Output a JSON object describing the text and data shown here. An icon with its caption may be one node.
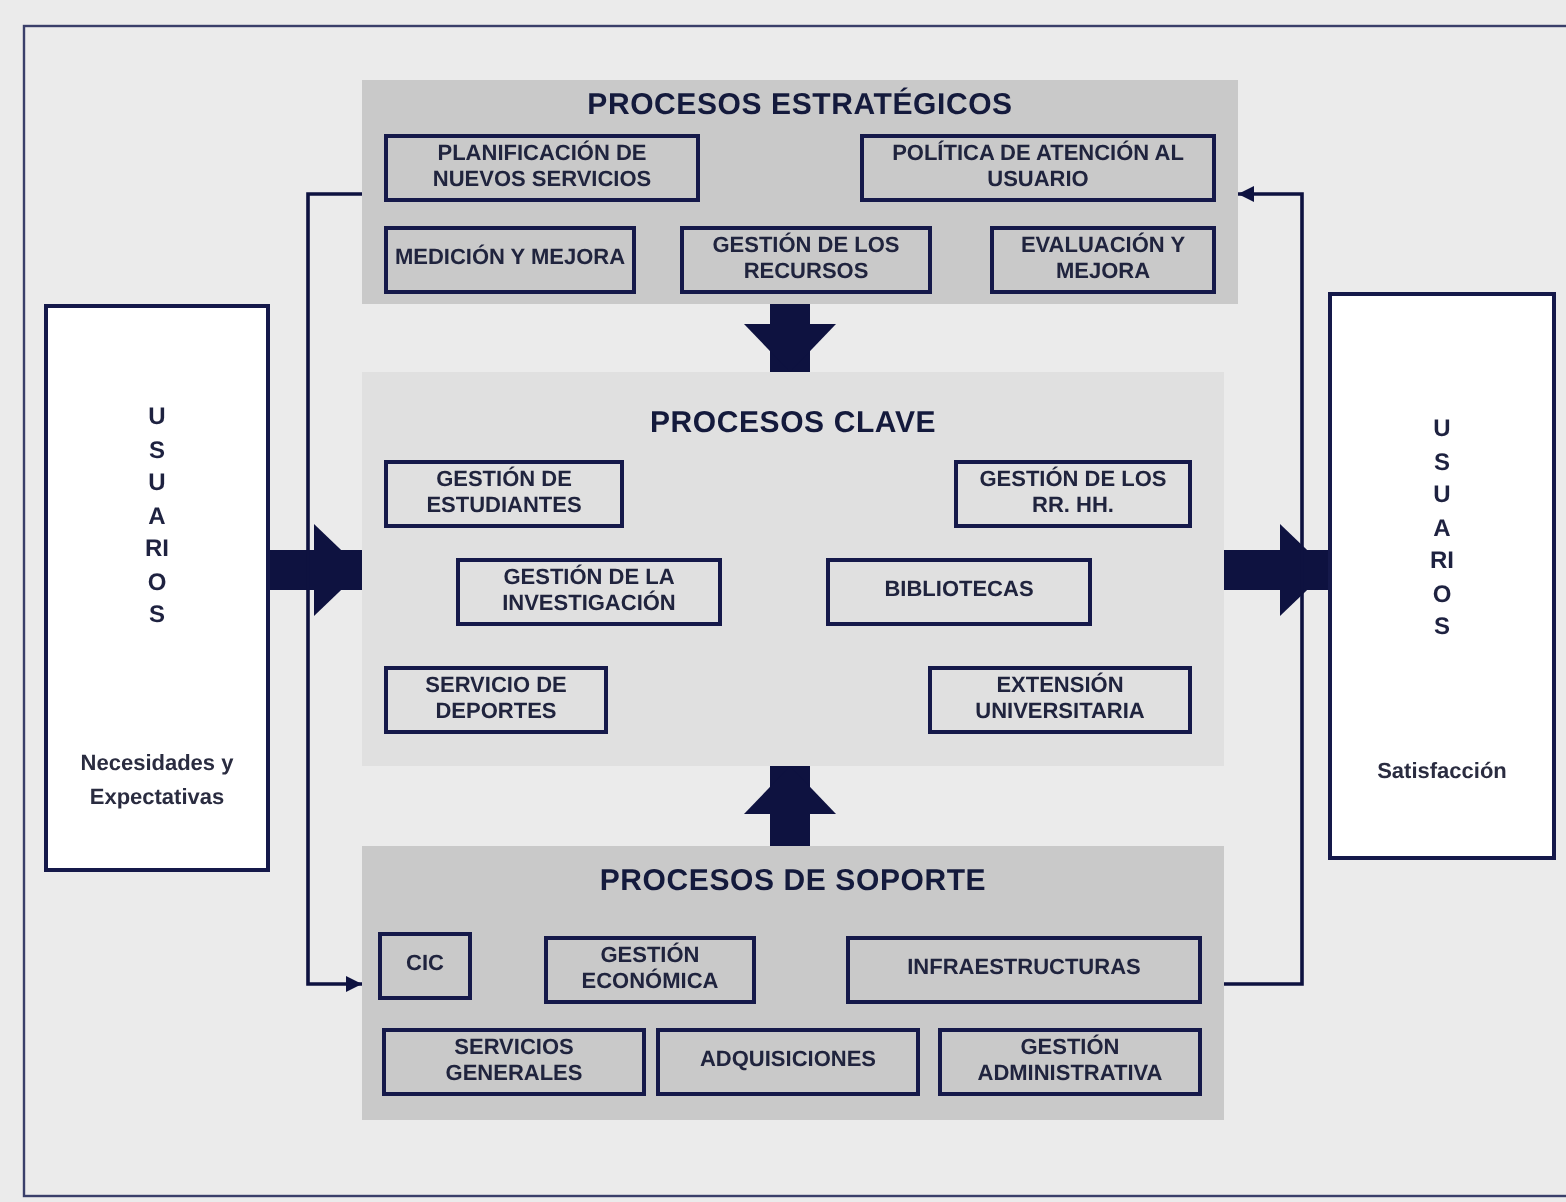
{
  "diagram": {
    "nodes": [
      {
        "text": [
          "PROCESOS ESTRATÉGICOS"
        ]
      },
      {
        "text": [
          "PLANIFICACIÓN DE NUEVOS SERVICIOS"
        ],
        "in": 0
      },
      {
        "text": [
          "POLÍTICA DE ATENCIÓN AL USUARIO"
        ],
        "in": 0
      },
      {
        "text": [
          "MEDICIÓN Y MEJORA"
        ],
        "in": 0
      },
      {
        "text": [
          "GESTIÓN DE LOS RECURSOS"
        ],
        "in": 0
      },
      {
        "text": [
          "EVALUACIÓN Y MEJORA"
        ],
        "in": 0
      },
      {
        "text": [
          "PROCESOS CLAVE"
        ]
      },
      {
        "text": [
          "GESTIÓN DE ESTUDIANTES"
        ],
        "in": 6
      },
      {
        "text": [
          "GESTIÓN DE LOS RR. HH."
        ],
        "in": 6
      },
      {
        "text": [
          "GESTIÓN DE LA INVESTIGACIÓN"
        ],
        "in": 6
      },
      {
        "text": [
          "BIBLIOTECAS"
        ],
        "in": 6
      },
      {
        "text": [
          "SERVICIO DE DEPORTES"
        ],
        "in": 6
      },
      {
        "text": [
          "EXTENSIÓN UNIVERSITARIA"
        ],
        "in": 6
      },
      {
        "text": [
          "PROCESOS DE SOPORTE"
        ]
      },
      {
        "text": [
          "CIC"
        ],
        "in": 13
      },
      {
        "text": [
          "GESTIÓN ECONÓMICA"
        ],
        "in": 13
      },
      {
        "text": [
          "INFRAESTRUCTURAS"
        ],
        "in": 13
      },
      {
        "text": [
          "SERVICIOS GENERALES"
        ],
        "in": 13
      },
      {
        "text": [
          "ADQUISICIONES"
        ],
        "in": 13
      },
      {
        "text": [
          "GESTIÓN ADMINISTRATIVA"
        ],
        "in": 13
      },
      {
        "text": [
          "USUARIOS",
          "Necesidades y Expectativas"
        ]
      },
      {
        "text": [
          "USUARIOS",
          "Satisfacción"
        ]
      }
    ],
    "edges": [
      {
        "from": 20,
        "to": 6,
        "arrow": "to"
      },
      {
        "from": 6,
        "to": 21,
        "arrow": "to"
      },
      {
        "from": 0,
        "to": 6,
        "arrow": "to"
      },
      {
        "from": 13,
        "to": 6,
        "arrow": "to"
      },
      {
        "from": 0,
        "to": 13,
        "arrow": "to"
      },
      {
        "from": 13,
        "to": 0,
        "arrow": "to"
      }
    ]
  }
}
